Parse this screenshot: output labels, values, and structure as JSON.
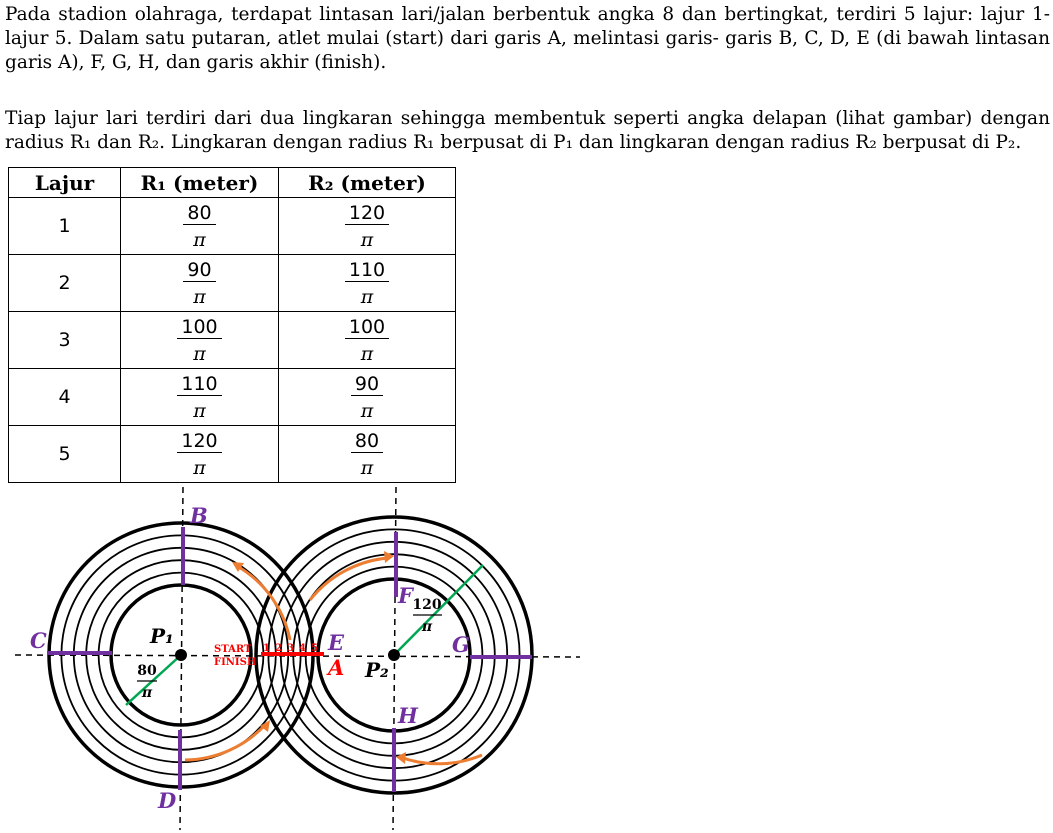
{
  "paragraph1": "Pada stadion olahraga, terdapat lintasan lari/jalan berbentuk angka 8 dan bertingkat, terdiri 5 lajur: lajur 1-lajur 5. Dalam satu putaran, atlet mulai (start) dari garis A, melintasi garis- garis B, C, D, E (di bawah lintasan garis A), F, G, H, dan garis akhir (finish).",
  "paragraph2": "Tiap lajur lari terdiri dari dua lingkaran sehingga membentuk seperti angka delapan (lihat gambar) dengan radius R₁ dan R₂. Lingkaran dengan radius R₁ berpusat di P₁ dan lingkaran dengan radius R₂ berpusat di P₂.",
  "table": {
    "headers": [
      "Lajur",
      "R₁ (meter)",
      "R₂ (meter)"
    ],
    "rows": [
      [
        "1",
        "80",
        "120"
      ],
      [
        "2",
        "90",
        "110"
      ],
      [
        "3",
        "100",
        "100"
      ],
      [
        "4",
        "110",
        "90"
      ],
      [
        "5",
        "120",
        "80"
      ]
    ],
    "denominator": "π"
  },
  "diagram": {
    "labels": {
      "B": "B",
      "C": "C",
      "D": "D",
      "E": "E",
      "F": "F",
      "G": "G",
      "H": "H",
      "A": "A",
      "P1": "P₁",
      "P2": "P₂",
      "start": "START",
      "finish": "FINISH",
      "r1_num": "80",
      "r2_num": "120",
      "pi": "π"
    },
    "lanes": [
      "1",
      "2",
      "3",
      "4",
      "5"
    ],
    "colors": {
      "line": "#7030a0",
      "start": "#ff0000",
      "arrow": "#ed7d31",
      "radius": "#00a651"
    }
  }
}
